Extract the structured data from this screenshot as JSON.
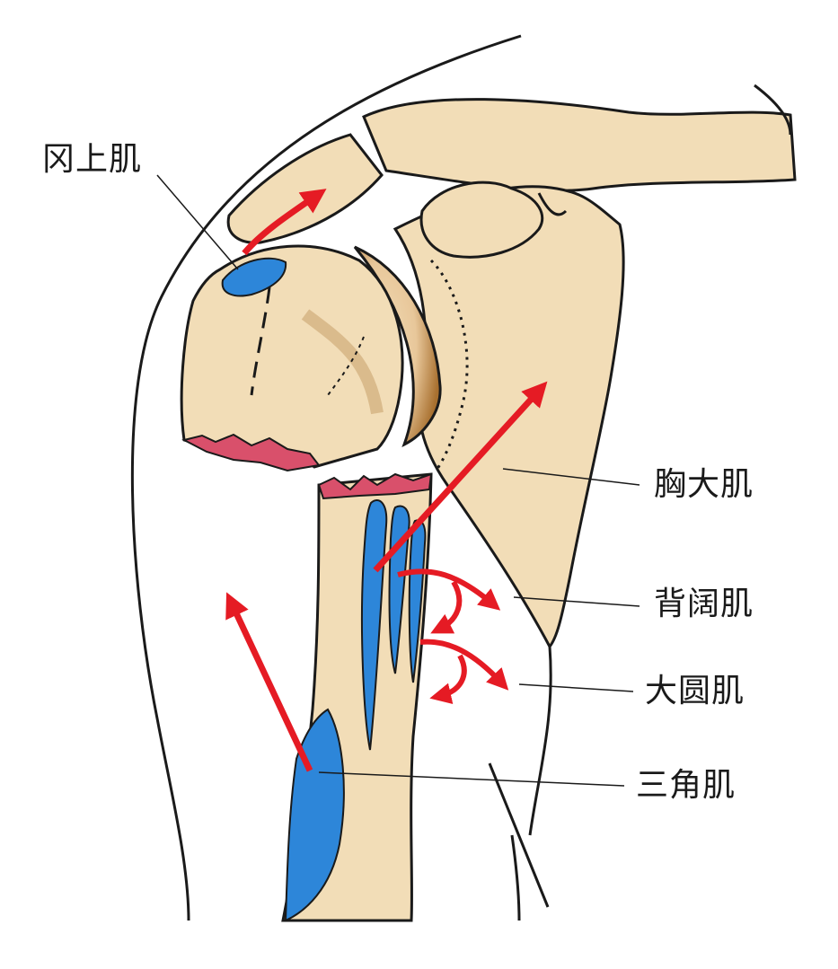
{
  "labels": {
    "supraspinatus": "冈上肌",
    "pectoralis_major": "胸大肌",
    "latissimus_dorsi": "背阔肌",
    "teres_major": "大圆肌",
    "deltoid": "三角肌"
  },
  "colors": {
    "bone": "#f2ddb7",
    "bone_shade": "#e3b98c",
    "outline": "#1a1a1a",
    "muscle_insertion": "#2d86d9",
    "force_arrow": "#e51b24",
    "fracture": "#d9506b",
    "cartilage_shadow": "#a8702f"
  },
  "icons": [
    "force-arrow",
    "muscle-insertion"
  ]
}
